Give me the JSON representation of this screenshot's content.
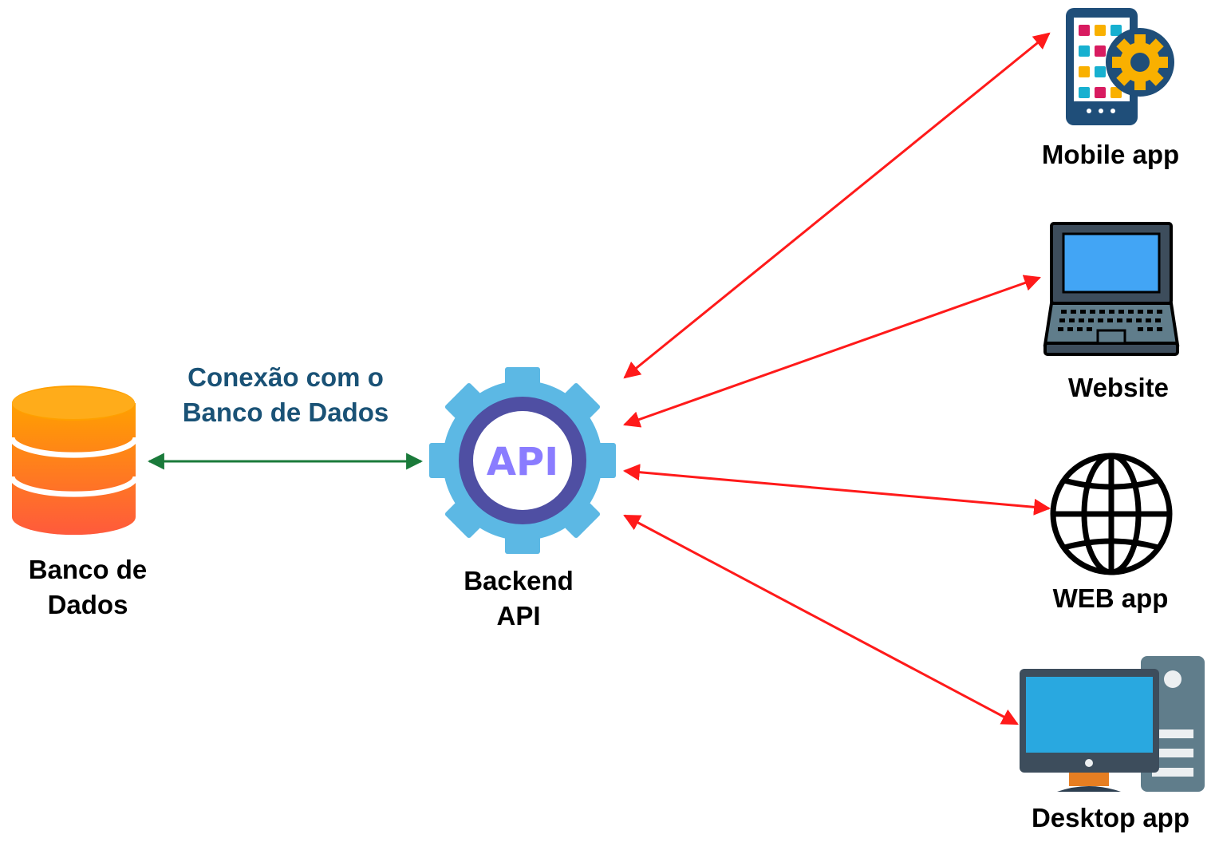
{
  "nodes": {
    "database": {
      "label_line1": "Banco de",
      "label_line2": "Dados"
    },
    "backend": {
      "label_line1": "Backend",
      "label_line2": "API",
      "icon_text": "API"
    },
    "mobile": {
      "label": "Mobile app"
    },
    "website": {
      "label": "Website"
    },
    "webapp": {
      "label": "WEB app"
    },
    "desktop": {
      "label": "Desktop app"
    }
  },
  "connections": {
    "db_label_line1": "Conexão com o",
    "db_label_line2": "Banco de Dados"
  },
  "colors": {
    "db_connector": "#1a7a3a",
    "client_connectors": "#ff1a1a",
    "connection_label": "#1a5276",
    "database_top": "#ffa000",
    "database_bottom": "#ff5a3c",
    "gear": "#5cb8e4",
    "gear_ring": "#4f4fa3",
    "api_text": "#8a7cff"
  }
}
